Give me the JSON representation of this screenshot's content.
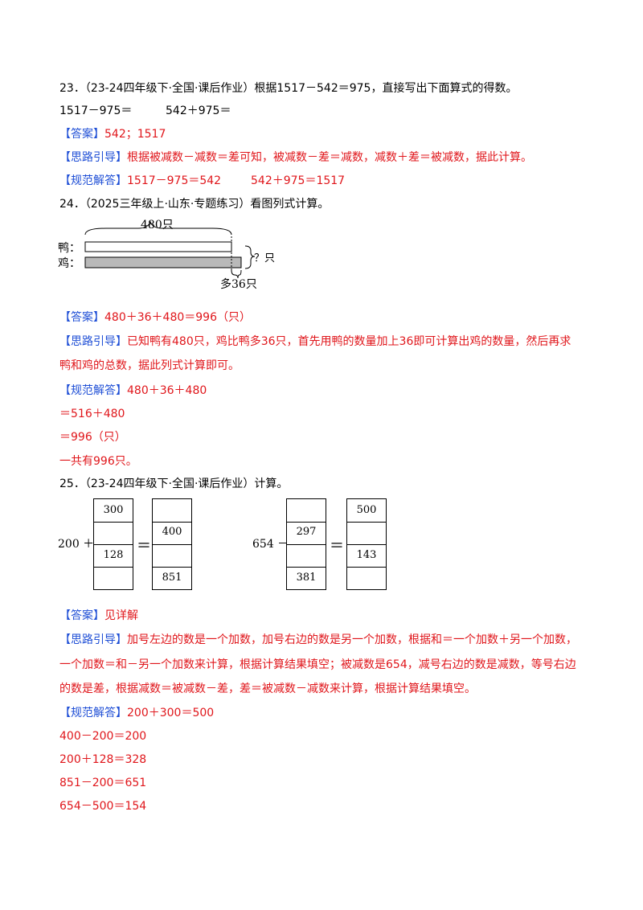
{
  "q23": {
    "question": "23．（23-24四年级下·全国·课后作业）根据1517－542＝975，直接写出下面算式的得数。",
    "expr1": "1517－975＝",
    "expr2": "542＋975＝",
    "answer_tag": "【答案】",
    "answer": "542；1517",
    "hint_tag": "【思路引导】",
    "hint": "根据被减数－减数＝差可知，被减数－差＝减数，减数＋差＝被减数，据此计算。",
    "solution_tag": "【规范解答】",
    "solution1": "1517－975＝542",
    "solution2": "542＋975＝1517"
  },
  "q24": {
    "question": "24．（2025三年级上·山东·专题练习）看图列式计算。",
    "diagram": {
      "top_label": "480只",
      "duck_label": "鸭：",
      "chicken_label": "鸡：",
      "question_label": "？只",
      "more_label": "多36只"
    },
    "answer_tag": "【答案】",
    "answer": "480＋36＋480＝996（只）",
    "hint_tag": "【思路引导】",
    "hint_line1": "已知鸭有480只，鸡比鸭多36只，首先用鸭的数量加上36即可计算出鸡的数量，然后再求",
    "hint_line2": "鸭和鸡的总数，据此列式计算即可。",
    "solution_tag": "【规范解答】",
    "solution1": "480＋36＋480",
    "solution2": "＝516＋480",
    "solution3": "＝996（只）",
    "solution4": "一共有996只。"
  },
  "q25": {
    "question": "25．（23-24四年级下·全国·课后作业）计算。",
    "left": {
      "operand": "200 ＋",
      "col1": [
        "300",
        "",
        "128",
        ""
      ],
      "equals": "＝",
      "col2": [
        "",
        "400",
        "",
        "851"
      ]
    },
    "right": {
      "operand": "654 －",
      "col1": [
        "",
        "297",
        "",
        "381"
      ],
      "equals": "＝",
      "col2": [
        "500",
        "",
        "143",
        ""
      ]
    },
    "answer_tag": "【答案】",
    "answer": "见详解",
    "hint_tag": "【思路引导】",
    "hint_line1": "加号左边的数是一个加数，加号右边的数是另一个加数，根据和＝一个加数＋另一个加数，",
    "hint_line2": "一个加数＝和－另一个加数来计算，根据计算结果填空；被减数是654，减号右边的数是减数，等号右边",
    "hint_line3": "的数是差，根据减数＝被减数－差，差＝被减数－减数来计算，根据计算结果填空。",
    "solution_tag": "【规范解答】",
    "solution1": "200＋300＝500",
    "solution2": "400－200＝200",
    "solution3": "200＋128＝328",
    "solution4": "851－200＝651",
    "solution5": "654－500＝154"
  }
}
